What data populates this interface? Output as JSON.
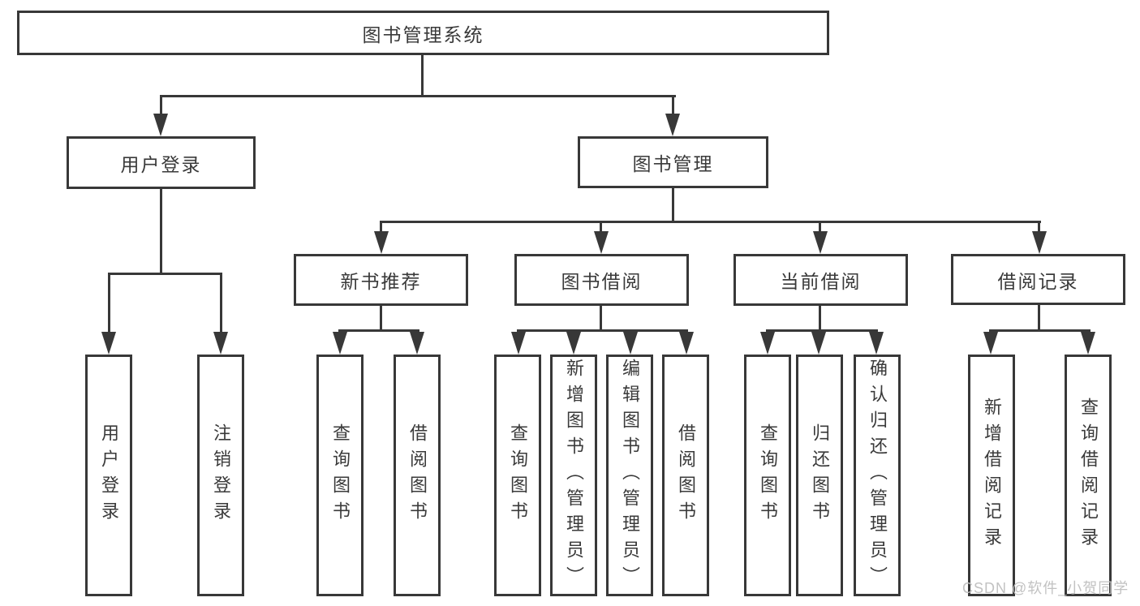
{
  "title": "图书管理系统",
  "level1": {
    "user": "用户登录",
    "book": "图书管理"
  },
  "level2": {
    "new_book": "新书推荐",
    "borrow": "图书借阅",
    "current": "当前借阅",
    "records": "借阅记录"
  },
  "leaves": {
    "user": [
      "用户登录",
      "注销登录"
    ],
    "new_book": [
      "查询图书",
      "借阅图书"
    ],
    "borrow": [
      "查询图书",
      "新增图书（管理员）",
      "编辑图书（管理员）",
      "借阅图书"
    ],
    "current": [
      "查询图书",
      "归还图书",
      "确认归还（管理员）"
    ],
    "records": [
      "新增借阅记录",
      "查询借阅记录"
    ]
  },
  "watermark": "CSDN @软件_小贺同学",
  "colors": {
    "line": "#383838",
    "text": "#3a3a3a",
    "watermark": "#c2c2c2",
    "background": "#ffffff"
  }
}
